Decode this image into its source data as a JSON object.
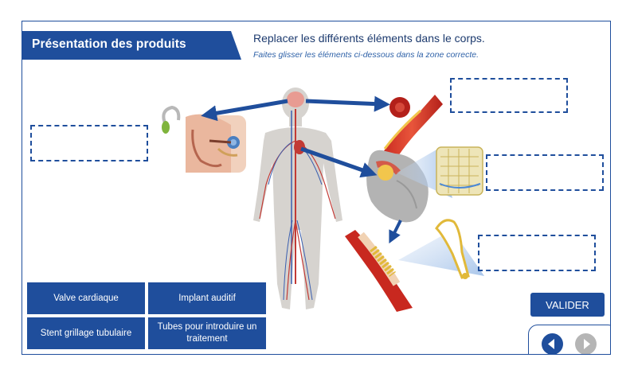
{
  "header": {
    "title": "Présentation des produits",
    "instruction": "Replacer les différents éléments dans le corps.",
    "sub_instruction": "Faites glisser les éléments ci-dessous dans la zone correcte."
  },
  "tiles": [
    {
      "label": "Valve cardiaque"
    },
    {
      "label": "Implant auditif"
    },
    {
      "label": "Stent grillage tubulaire"
    },
    {
      "label": "Tubes pour introduire un traitement"
    }
  ],
  "actions": {
    "validate_label": "VALIDER"
  },
  "navigation": {
    "prev_icon": "arrow-left-icon",
    "next_icon": "arrow-right-icon",
    "next_enabled": false
  },
  "colors": {
    "brand_blue": "#1f4e9c",
    "disabled_gray": "#b5b5b5"
  }
}
